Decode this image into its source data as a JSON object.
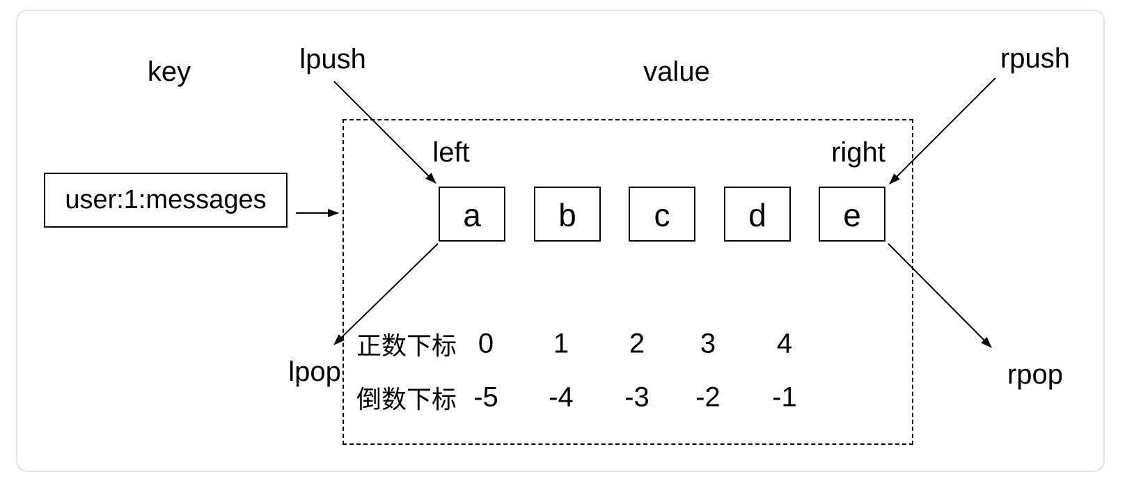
{
  "labels": {
    "key": "key",
    "value": "value",
    "lpush": "lpush",
    "rpush": "rpush",
    "lpop": "lpop",
    "rpop": "rpop",
    "left": "left",
    "right": "right"
  },
  "key_box": {
    "text": "user:1:messages"
  },
  "list": {
    "items": [
      "a",
      "b",
      "c",
      "d",
      "e"
    ]
  },
  "index_rows": [
    {
      "label": "正数下标",
      "values": [
        "0",
        "1",
        "2",
        "3",
        "4"
      ]
    },
    {
      "label": "倒数下标",
      "values": [
        "-5",
        "-4",
        "-3",
        "-2",
        "-1"
      ]
    }
  ],
  "colors": {
    "line": "#000000",
    "text": "#000000",
    "card_border": "#e2e3e8",
    "background": "#ffffff"
  }
}
